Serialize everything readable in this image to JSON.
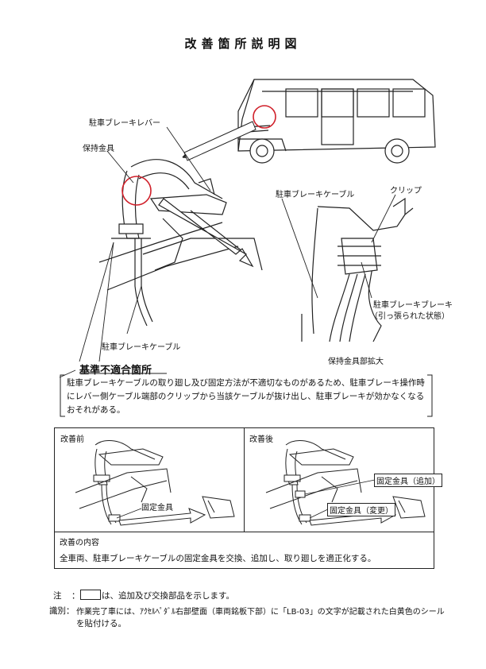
{
  "title": "改善箇所説明図",
  "upper": {
    "parking_brake_lever": "駐車ブレーキレバー",
    "holding_bracket": "保持金具",
    "parking_brake_cable_left": "駐車ブレーキケーブル",
    "parking_brake_cable_right": "駐車ブレーキケーブル",
    "clip": "クリップ",
    "parking_brake_pulled_1": "駐車ブレーキブレーキ",
    "parking_brake_pulled_2": "（引っ張られた状態）",
    "bracket_enlarged": "保持金具部拡大"
  },
  "nonconformity": {
    "heading": "基準不適合箇所",
    "text": "駐車ブレーキケーブルの取り廻し及び固定方法が不適切なものがあるため、駐車ブレーキ操作時にレバー側ケーブル端部のクリップから当該ケーブルが抜け出し、駐車ブレーキが効かなくなるおそれがある。"
  },
  "before": {
    "label": "改善前",
    "fixing_bracket": "固定金具"
  },
  "after": {
    "label": "改善後",
    "fixing_bracket_added": "固定金具（追加）",
    "fixing_bracket_changed": "固定金具（変更）"
  },
  "improvement": {
    "heading": "改善の内容",
    "text": "全車両、駐車ブレーキケーブルの固定金具を交換、追加し、取り廻しを適正化する。"
  },
  "notes": {
    "note_label": "注",
    "note_colon": "：",
    "note_text": "は、追加及び交換部品を示します。",
    "id_label": "識別：",
    "id_text_1": "作業完了車には、ｱｸｾﾙﾍﾟﾀﾞﾙ右部壁面（車両銘板下部）に「LB-03」の文字が記載された白黄色のシール",
    "id_text_2": "を貼付ける。"
  }
}
